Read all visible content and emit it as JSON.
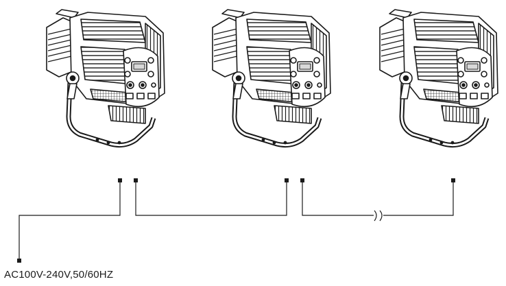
{
  "fixtures": [
    {
      "id": "fixture-1",
      "kind": "led-profile-spotlight"
    },
    {
      "id": "fixture-2",
      "kind": "led-profile-spotlight"
    },
    {
      "id": "fixture-3",
      "kind": "led-profile-spotlight"
    }
  ],
  "connections": [
    {
      "from": "mains-supply",
      "to": "fixture-1-power-in"
    },
    {
      "from": "fixture-1-power-out",
      "to": "fixture-2-power-in"
    },
    {
      "from": "fixture-2-power-out",
      "to": "fixture-3-power-in",
      "break_symbol": true
    }
  ],
  "power_supply": {
    "label": "AC100V-240V,50/60HZ"
  },
  "colors": {
    "line": "#1a1a1a",
    "body": "#ffffff",
    "shade": "#d8d8d8"
  }
}
